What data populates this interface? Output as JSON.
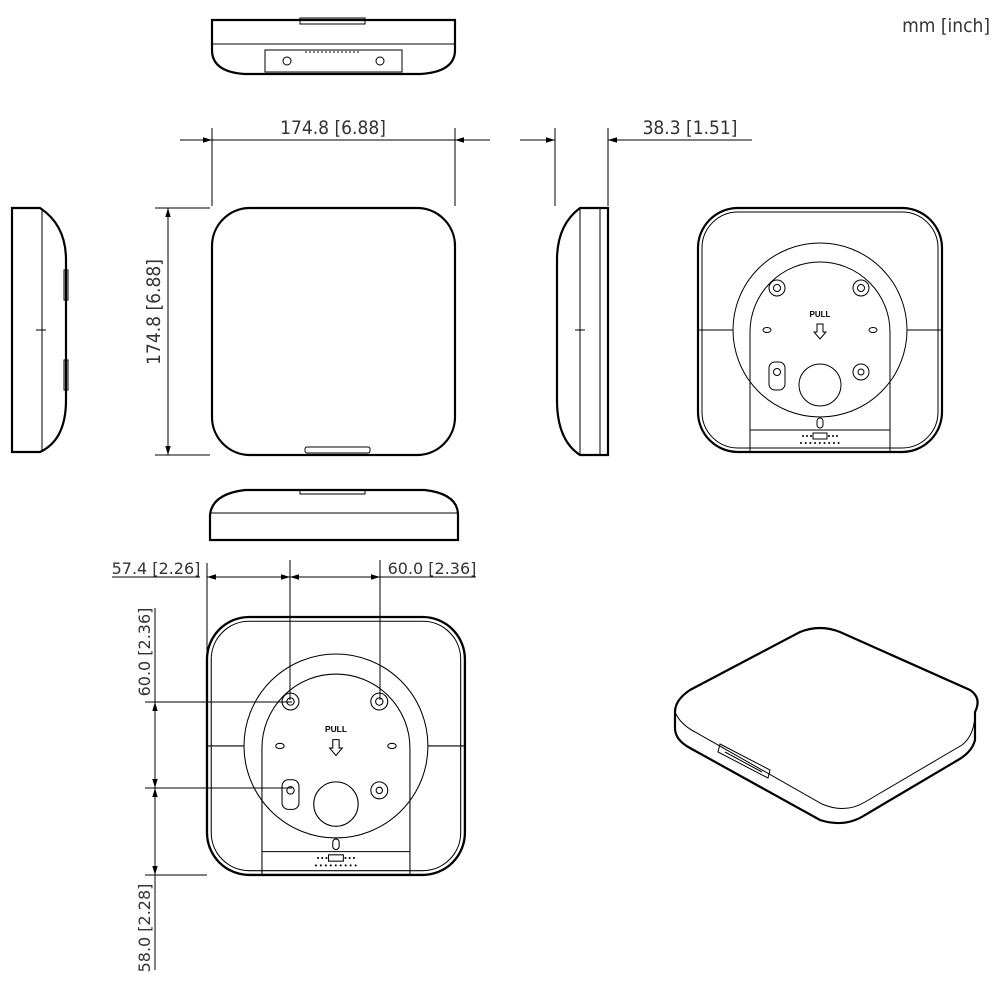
{
  "units": "mm [inch]",
  "dimensions": {
    "front_width": "174.8  [6.88]",
    "front_height": "174.8  [6.88]",
    "depth": "38.3  [1.51]",
    "hole_offset_x": "57.4  [2.26]",
    "hole_spacing_x": "60.0  [2.36]",
    "hole_spacing_y": "60.0  [2.36]",
    "hole_offset_y": "58.0  [2.28]"
  },
  "back_view_label": "PULL"
}
